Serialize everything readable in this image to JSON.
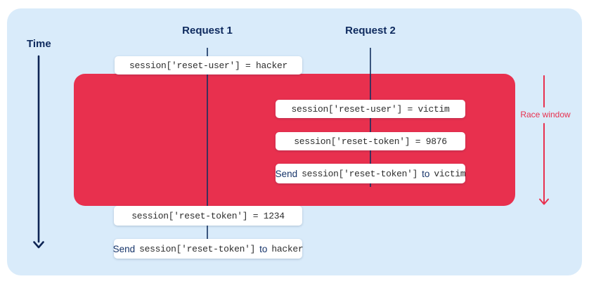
{
  "palette": {
    "card_background": "#d9ebfa",
    "race_window_red": "#e8304e",
    "navy": "#0e2a5e",
    "code_text": "#2d2d2d",
    "event_box_background": "#ffffff"
  },
  "timeline": {
    "label": "Time"
  },
  "columns": [
    {
      "label": "Request 1"
    },
    {
      "label": "Request 2"
    }
  ],
  "race_window": {
    "label": "Race window"
  },
  "events": {
    "r1_set_user": {
      "code": "session['reset-user'] = hacker"
    },
    "r2_set_user": {
      "code": "session['reset-user'] = victim"
    },
    "r2_set_token": {
      "code": "session['reset-token'] = 9876"
    },
    "r2_send_token": {
      "send": "Send",
      "code": "session['reset-token']",
      "to": "to",
      "recipient": "victim"
    },
    "r1_set_token": {
      "code": "session['reset-token'] = 1234"
    },
    "r1_send_token": {
      "send": "Send",
      "code": "session['reset-token']",
      "to": "to",
      "recipient": "hacker"
    }
  }
}
